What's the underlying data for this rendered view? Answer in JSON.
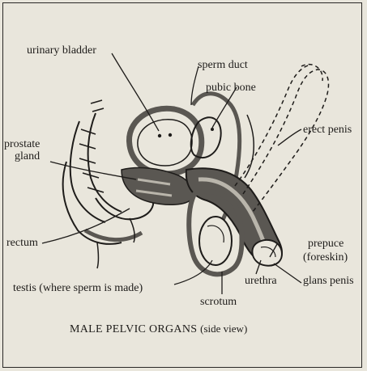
{
  "labels": {
    "urinary_bladder": "urinary bladder",
    "sperm_duct": "sperm duct",
    "pubic_bone": "pubic bone",
    "erect_penis": "erect penis",
    "prostate_line1": "prostate",
    "prostate_line2": "gland",
    "rectum": "rectum",
    "prepuce": "prepuce",
    "foreskin": "(foreskin)",
    "urethra": "urethra",
    "glans_penis": "glans penis",
    "testis": "testis (where sperm is made)",
    "scrotum": "scrotum"
  },
  "caption": {
    "main": "MALE PELVIC ORGANS",
    "sub": "(side view)"
  },
  "colors": {
    "paper": "#e9e6dc",
    "ink": "#1e1c1a",
    "shade": "#5a5752",
    "light_shade": "#b9b5ab"
  }
}
